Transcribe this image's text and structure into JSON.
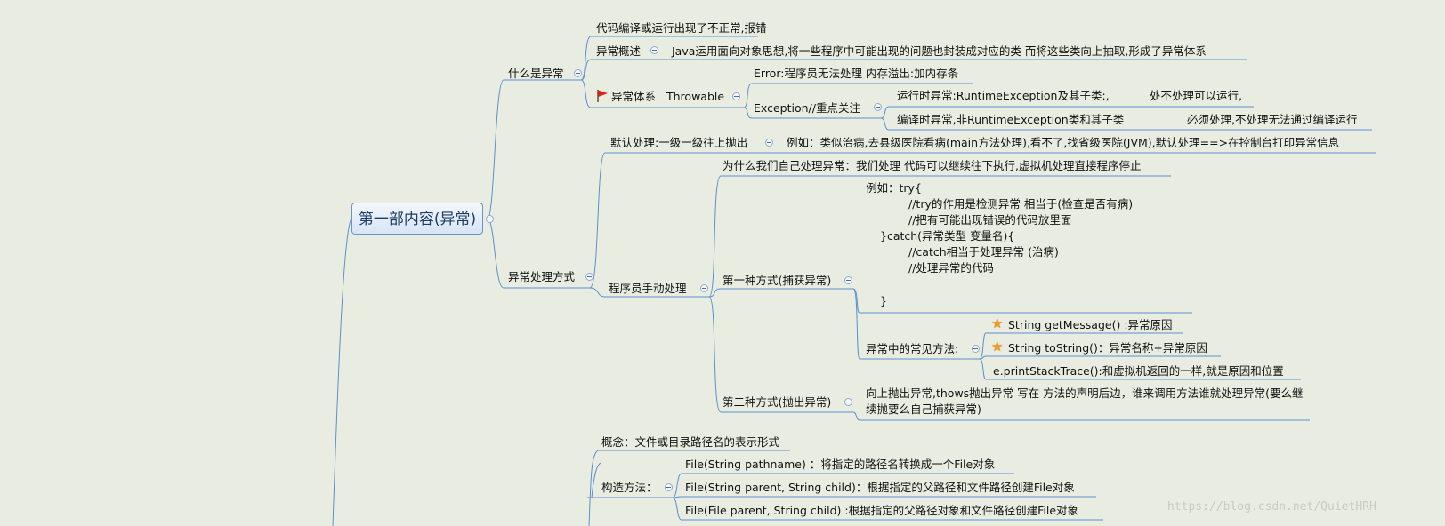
{
  "root": "第一部内容(异常)",
  "n": {
    "what": "什么是异常",
    "err_desc": "代码编译或运行出现了不正常,报错",
    "overview": "异常概述",
    "overview_text": "Java运用面向对象思想,将一些程序中可能出现的问题也封装成对应的类 而将这些类向上抽取,形成了异常体系",
    "system": "异常体系",
    "throwable": "Throwable",
    "error": "Error:程序员无法处理 内存溢出:加内存条",
    "exception": "Exception//重点关注",
    "runtime": "运行时异常:RuntimeException及其子类:,",
    "runtime_note": "处不处理可以运行,",
    "compile": "编译时异常,非RuntimeException类和其子类",
    "compile_note": "必须处理,不处理无法通过编译运行",
    "handling": "异常处理方式",
    "default": "默认处理:一级一级往上抛出",
    "default_example": "例如：类似治病,去县级医院看病(main方法处理),看不了,找省级医院(JVM),默认处理==>在控制台打印异常信息",
    "manual": "程序员手动处理",
    "why": "为什么我们自己处理异常：我们处理 代码可以继续往下执行,虚拟机处理直接程序停止",
    "way1": "第一种方式(捕获异常)",
    "code1": "例如：try{",
    "code2": "//try的作用是检测异常 相当于(检查是否有病)",
    "code3": "//把有可能出现错误的代码放里面",
    "code4": "}catch(异常类型 变量名){",
    "code5": "//catch相当于处理异常 (治病)",
    "code6": "//处理异常的代码",
    "code7": "}",
    "methods": "异常中的常见方法:",
    "m1": "String getMessage() :异常原因",
    "m2": "String toString()：异常名称+异常原因",
    "m3": "e.printStackTrace():和虚拟机返回的一样,就是原因和位置",
    "way2": "第二种方式(抛出异常)",
    "way2_text": "向上抛出异常,thows抛出异常 写在 方法的声明后边，谁来调用方法谁就处理异常(要么继续抛要么自己捕获异常)",
    "file_concept": "概念：文件或目录路径名的表示形式",
    "ctor": "构造方法：",
    "f1": "File(String pathname)  ：将指定的路径名转换成一个File对象",
    "f2": "File(String parent, String child)：根据指定的父路径和文件路径创建File对象",
    "f3": "File(File parent, String child) :根据指定的父路径对象和文件路径创建File对象"
  },
  "watermark": "https://blog.csdn.net/QuietHRH",
  "colors": {
    "line": "#5b8fd0",
    "background": "#e9ede1",
    "root_border": "#6a95c7",
    "star": "#f29a21",
    "flag": "#e02020"
  }
}
